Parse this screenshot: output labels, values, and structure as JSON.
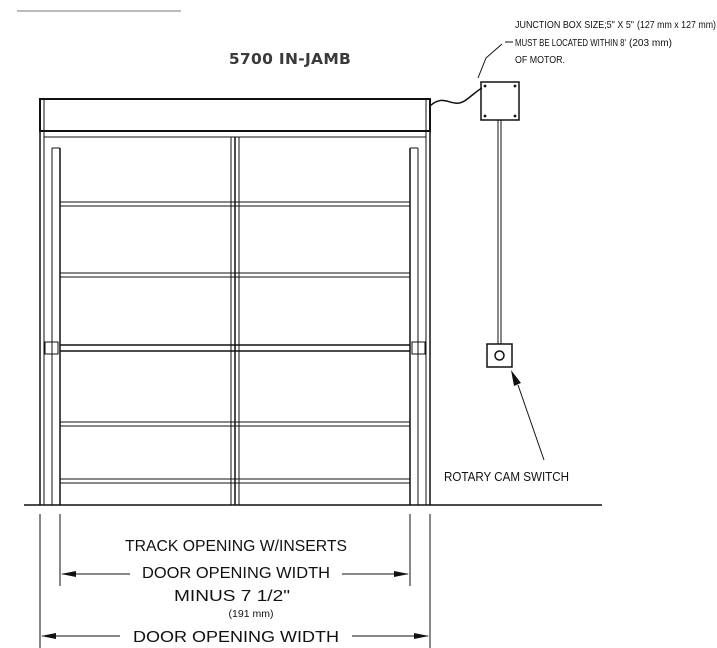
{
  "diagram": {
    "title": "5700 IN-JAMB",
    "junction_box_note": {
      "line1": "JUNCTION BOX SIZE;5\" X 5\"",
      "line1_metric": "(127 mm x 127 mm)",
      "line2": "MUST BE LOCATED WITHIN 8'",
      "line2_metric": "(203 mm)",
      "line3": "OF MOTOR."
    },
    "rotary_cam_switch_label": "ROTARY CAM SWITCH",
    "track_opening": {
      "line1": "TRACK OPENING W/INSERTS",
      "line2": "DOOR OPENING WIDTH",
      "line3": "MINUS 7 1/2\"",
      "metric": "(191 mm)"
    },
    "door_opening_width_label": "DOOR OPENING WIDTH"
  }
}
